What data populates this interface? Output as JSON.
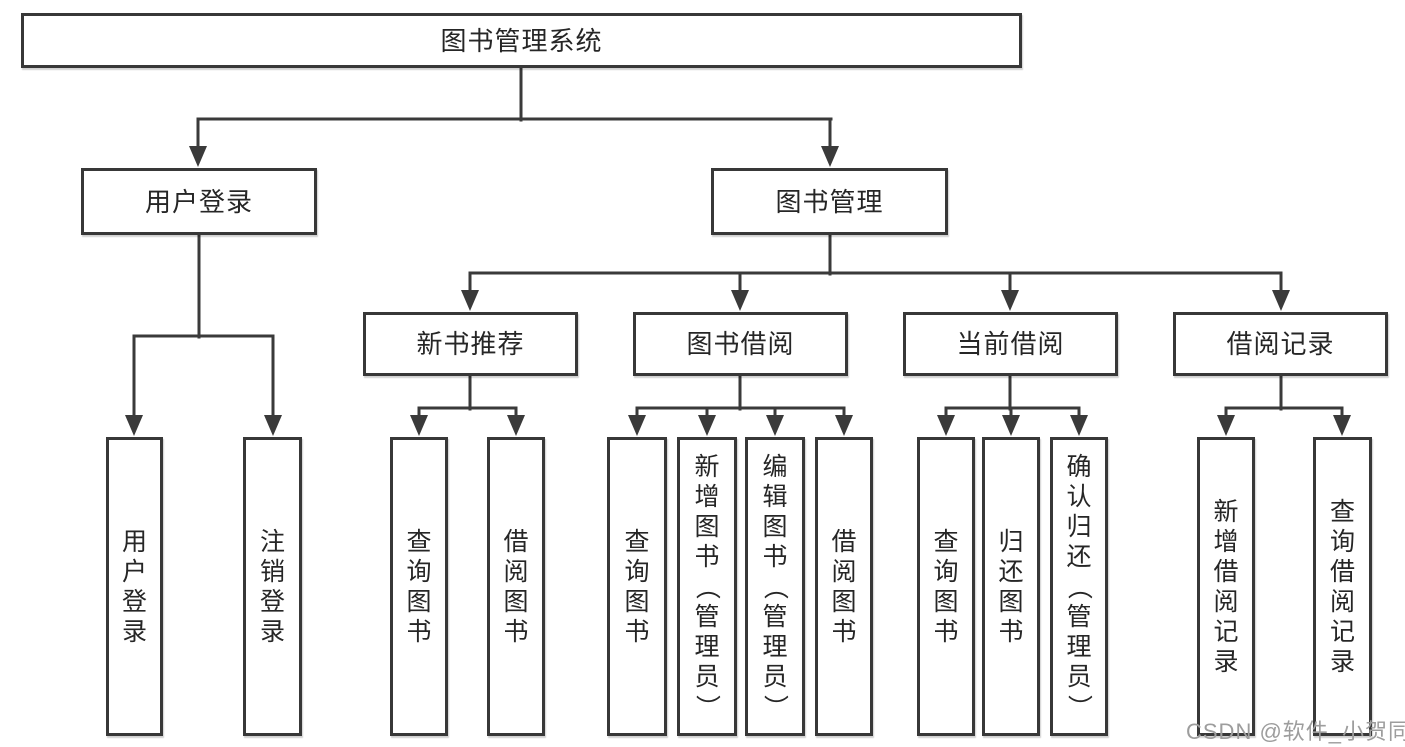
{
  "diagram": {
    "title": "图书管理系统",
    "watermark": "CSDN @软件_小贺同学",
    "colors": {
      "line": "#3a3a3a",
      "text": "#262626",
      "box_border": "#383838",
      "box_background": "#ffffff",
      "watermark": "#9d9d9d",
      "background": "#ffffff"
    },
    "level2": [
      {
        "label": "用户登录"
      },
      {
        "label": "图书管理"
      }
    ],
    "login_children": [
      "用户登录",
      "注销登录"
    ],
    "groups": [
      {
        "label": "新书推荐",
        "children": [
          "查询图书",
          "借阅图书"
        ]
      },
      {
        "label": "图书借阅",
        "children": [
          "查询图书",
          "新增图书（管理员）",
          "编辑图书（管理员）",
          "借阅图书"
        ]
      },
      {
        "label": "当前借阅",
        "children": [
          "查询图书",
          "归还图书",
          "确认归还（管理员）"
        ]
      },
      {
        "label": "借阅记录",
        "children": [
          "新增借阅记录",
          "查询借阅记录"
        ]
      }
    ]
  }
}
